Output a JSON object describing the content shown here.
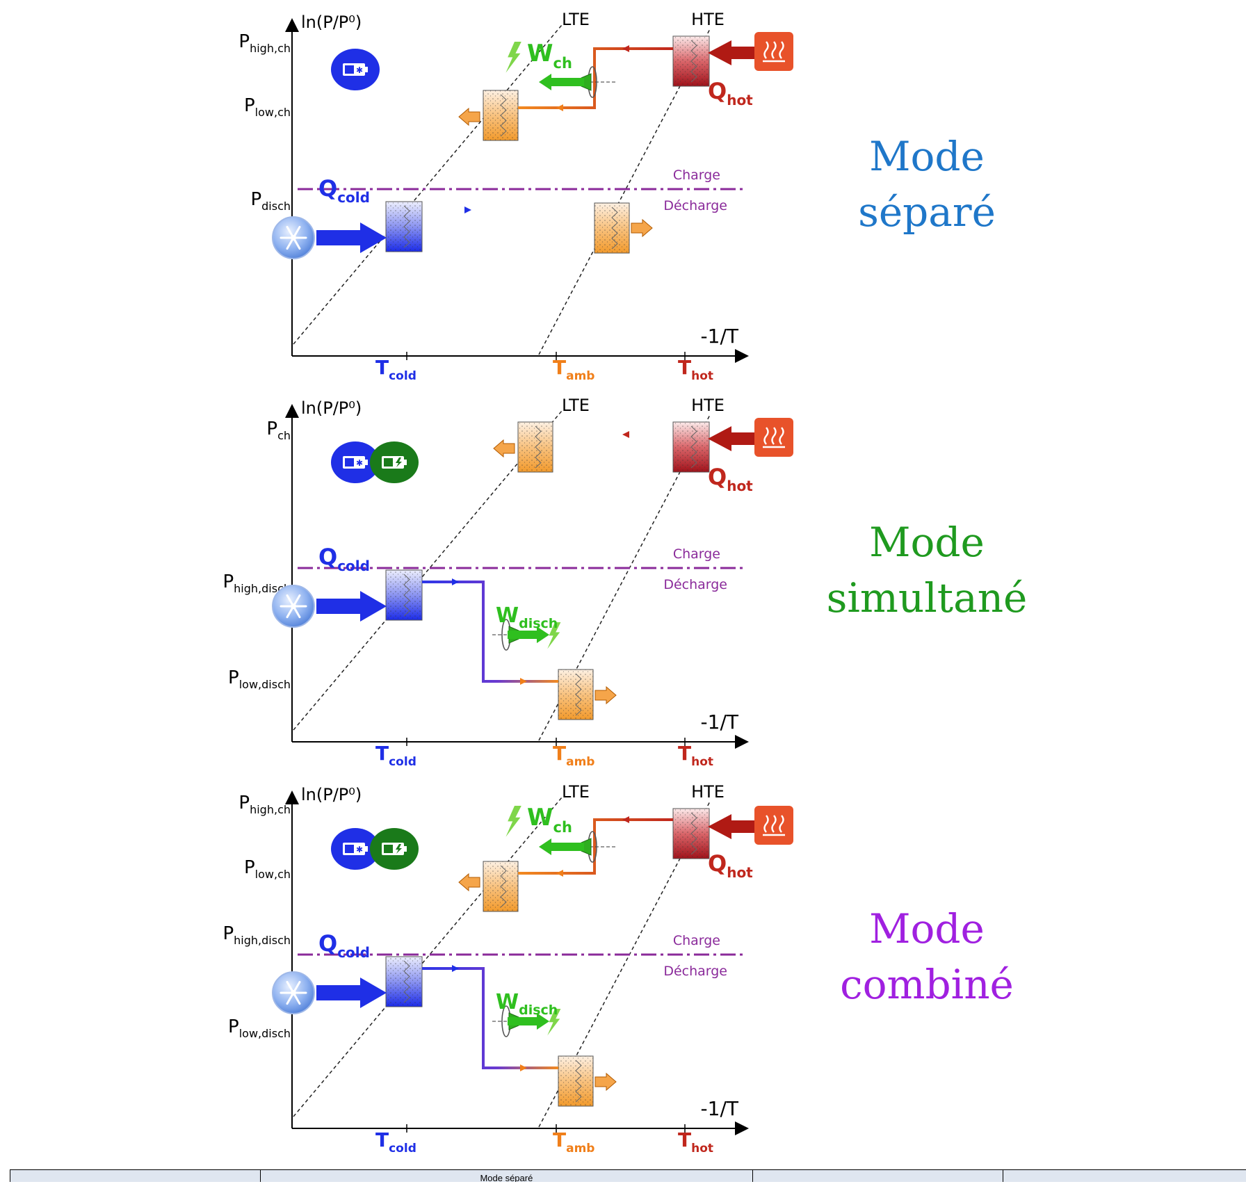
{
  "panels": [
    {
      "id": "separe",
      "axis_y": "ln(P/P⁰)",
      "axis_x": "-1/T",
      "lte": "LTE",
      "hte": "HTE",
      "charge": "Charge",
      "decharge": "Décharge",
      "p_labels": [
        {
          "main": "P",
          "sub": "high,ch"
        },
        {
          "main": "P",
          "sub": "low,ch"
        },
        {
          "main": "P",
          "sub": "disch"
        }
      ],
      "w_top": {
        "main": "W",
        "sub": "ch"
      },
      "w_bottom": null,
      "q_hot": {
        "main": "Q",
        "sub": "hot"
      },
      "q_cold": {
        "main": "Q",
        "sub": "cold"
      },
      "t_cold": {
        "main": "T",
        "sub": "cold"
      },
      "t_amb": {
        "main": "T",
        "sub": "amb"
      },
      "t_hot": {
        "main": "T",
        "sub": "hot"
      },
      "mode_line1": "Mode",
      "mode_line2": "séparé",
      "mode_color": "#1f77c9"
    },
    {
      "id": "simultane",
      "axis_y": "ln(P/P⁰)",
      "axis_x": "-1/T",
      "lte": "LTE",
      "hte": "HTE",
      "charge": "Charge",
      "decharge": "Décharge",
      "p_labels": [
        {
          "main": "P",
          "sub": "ch"
        },
        {
          "main": "P",
          "sub": "high,disch"
        },
        {
          "main": "P",
          "sub": "low,disch"
        }
      ],
      "w_top": null,
      "w_bottom": {
        "main": "W",
        "sub": "disch"
      },
      "q_hot": {
        "main": "Q",
        "sub": "hot"
      },
      "q_cold": {
        "main": "Q",
        "sub": "cold"
      },
      "t_cold": {
        "main": "T",
        "sub": "cold"
      },
      "t_amb": {
        "main": "T",
        "sub": "amb"
      },
      "t_hot": {
        "main": "T",
        "sub": "hot"
      },
      "mode_line1": "Mode",
      "mode_line2": "simultané",
      "mode_color": "#1f9a1f"
    },
    {
      "id": "combine",
      "axis_y": "ln(P/P⁰)",
      "axis_x": "-1/T",
      "lte": "LTE",
      "hte": "HTE",
      "charge": "Charge",
      "decharge": "Décharge",
      "p_labels": [
        {
          "main": "P",
          "sub": "high,ch"
        },
        {
          "main": "P",
          "sub": "low,ch"
        },
        {
          "main": "P",
          "sub": "high,disch"
        },
        {
          "main": "P",
          "sub": "low,disch"
        }
      ],
      "w_top": {
        "main": "W",
        "sub": "ch"
      },
      "w_bottom": {
        "main": "W",
        "sub": "disch"
      },
      "q_hot": {
        "main": "Q",
        "sub": "hot"
      },
      "q_cold": {
        "main": "Q",
        "sub": "cold"
      },
      "t_cold": {
        "main": "T",
        "sub": "cold"
      },
      "t_amb": {
        "main": "T",
        "sub": "amb"
      },
      "t_hot": {
        "main": "T",
        "sub": "hot"
      },
      "mode_line1": "Mode",
      "mode_line2": "combiné",
      "mode_color": "#a020e0"
    }
  ],
  "icons": {
    "cold_battery": "cold-battery-icon",
    "electric_battery": "electric-battery-icon",
    "snowflake": "snowflake-icon",
    "heat": "heat-source-icon",
    "lightning": "lightning-icon"
  },
  "colors": {
    "cold": "#1f2fe6",
    "ambient": "#f07f1a",
    "hot": "#c0271d",
    "work": "#2fbf1f",
    "separator": "#8a2a9a"
  },
  "table_strip": {
    "cell_2": "Mode séparé"
  }
}
